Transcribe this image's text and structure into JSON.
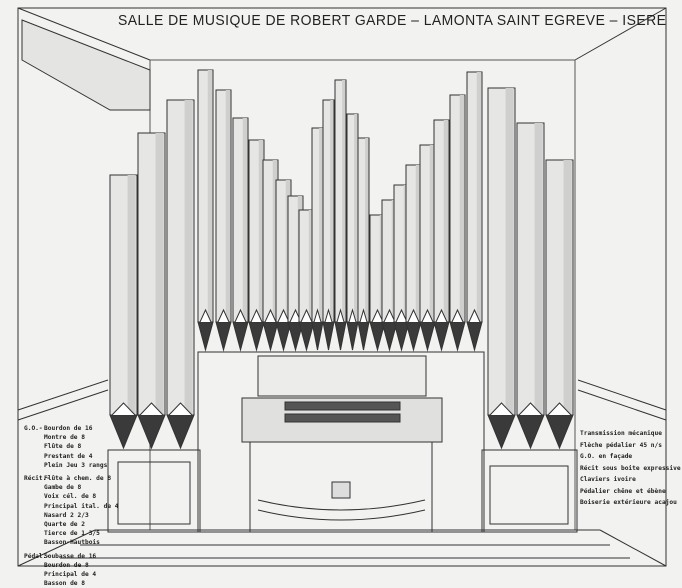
{
  "title": "SALLE DE MUSIQUE DE ROBERT GARDE – LAMONTA SAINT EGREVE – ISERE",
  "stoplist": [
    {
      "division": "G.O.-",
      "stops": [
        "Bourdon de 16",
        "Montre de 8",
        "Flûte de 8",
        "Prestant de 4",
        "Plein Jeu 3 rangs"
      ]
    },
    {
      "division": "Récit.-",
      "stops": [
        "Flûte à chem. de 8",
        "Gambe de 8",
        "Voix cél. de 8",
        "Principal ital. de 4",
        "Nasard 2 2/3",
        "Quarte de 2",
        "Tierce de 1 3/5",
        "Basson-Hautbois"
      ]
    },
    {
      "division": "Pédal.-",
      "stops": [
        "Soubasse de 16",
        "Bourdon de 8",
        "Principal de 4",
        "Basson de 8"
      ]
    }
  ],
  "notes": [
    "Transmission mécanique",
    "Flèche pédalier 45 n/s",
    "G.O. en façade",
    "Récit sous boite expressive",
    "Claviers ivoire",
    "Pédalier chêne et ébène",
    "Boiserie extérieure acajou"
  ],
  "colors": {
    "paper": "#f2f2f0",
    "ink": "#222222",
    "shadow": "#3a3a3a"
  }
}
